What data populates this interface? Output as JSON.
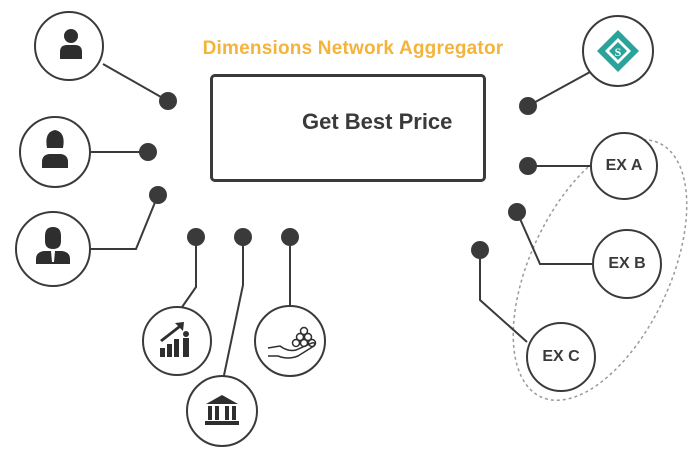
{
  "title": "Dimensions Network Aggregator",
  "center": {
    "label": "Get Best Price"
  },
  "exchanges": [
    "EX A",
    "EX B",
    "EX C"
  ],
  "colors": {
    "accent": "#f4b43c",
    "ink": "#3a3a3a",
    "teal": "#2aa39a"
  },
  "icons": {
    "user_male": "person-icon",
    "user_female": "woman-icon",
    "user_business": "businessman-icon",
    "growth": "growth-chart-icon",
    "bank": "bank-icon",
    "coins": "coins-hand-icon",
    "logo": "s-diamond-logo-icon",
    "touch": "touch-grid-icon"
  }
}
